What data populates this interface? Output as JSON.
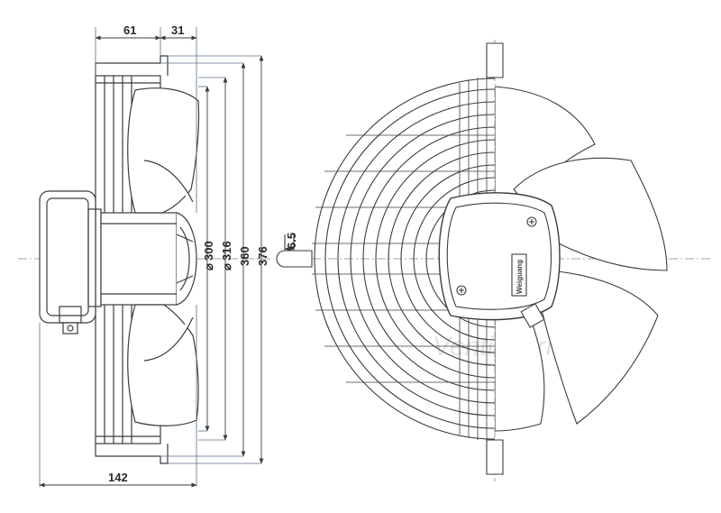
{
  "dimensions": {
    "d61": "61",
    "d31": "31",
    "d142": "142",
    "d6_5": "6.5",
    "d300": "300",
    "d316": "316",
    "d360": "360",
    "d376": "376",
    "diameter_symbol": "⌀"
  },
  "watermark": "Ventilatorry.ru",
  "logo": "Weiguang",
  "colors": {
    "line": "#3c3c3c",
    "dim_line": "#5a6f86",
    "fill": "#ffffff"
  },
  "icons": {
    "side_view": "axial-fan-side-view",
    "front_view": "axial-fan-front-view"
  }
}
